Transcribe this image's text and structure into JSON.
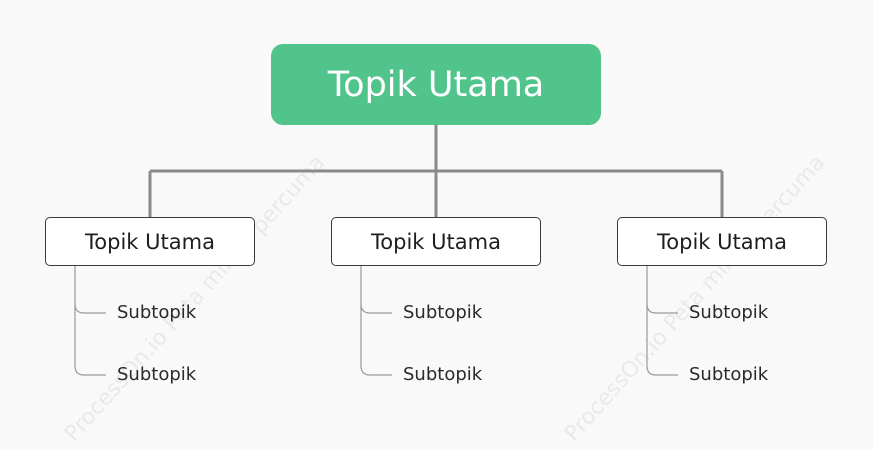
{
  "root": {
    "label": "Topik Utama"
  },
  "branches": [
    {
      "label": "Topik Utama",
      "subtopics": [
        "Subtopik",
        "Subtopik"
      ]
    },
    {
      "label": "Topik Utama",
      "subtopics": [
        "Subtopik",
        "Subtopik"
      ]
    },
    {
      "label": "Topik Utama",
      "subtopics": [
        "Subtopik",
        "Subtopik"
      ]
    }
  ],
  "watermark": {
    "text": "ProcessOn.io Peta minda percuma"
  },
  "colors": {
    "root_fill": "#51c48c",
    "connector": "#8a8a8a",
    "background": "#f9f9f9"
  }
}
